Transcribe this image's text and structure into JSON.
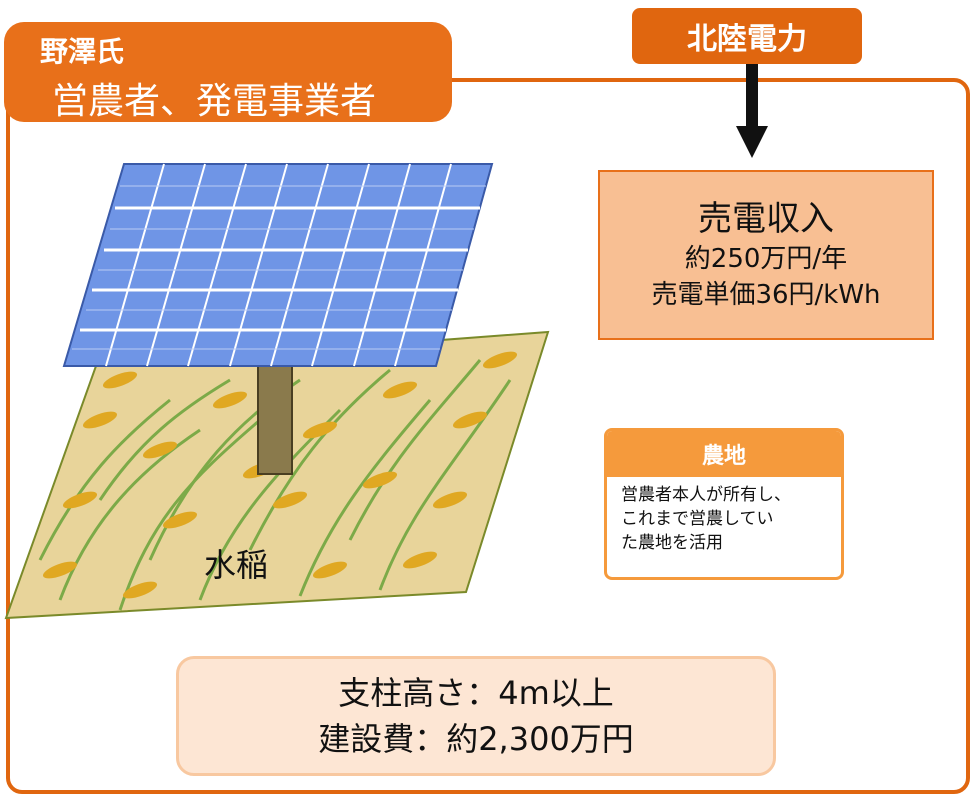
{
  "owner": {
    "name": "野澤氏",
    "role": "営農者、発電事業者"
  },
  "utility": {
    "name": "北陸電力"
  },
  "revenue": {
    "title": "売電収入",
    "amount": "約250万円/年",
    "price": "売電単価36円/kWh"
  },
  "farmland": {
    "title": "農地",
    "description": "営農者本人が所有し、\nこれまで営農してい\nた農地を活用"
  },
  "crop": {
    "label": "水稲"
  },
  "specs": {
    "height": "支柱高さ：4m以上",
    "cost": "建設費：約2,300万円"
  },
  "colors": {
    "accent": "#e0660f",
    "revenue_fill": "#f8bf93",
    "farmland_header": "#f59a3c",
    "spec_fill": "#fde6d4",
    "panel": "#6f95e6",
    "field": "#e8d49a",
    "pole": "#8a7a4c"
  },
  "icons": [
    "down-arrow-icon",
    "solar-panel-icon",
    "rice-field-icon"
  ]
}
